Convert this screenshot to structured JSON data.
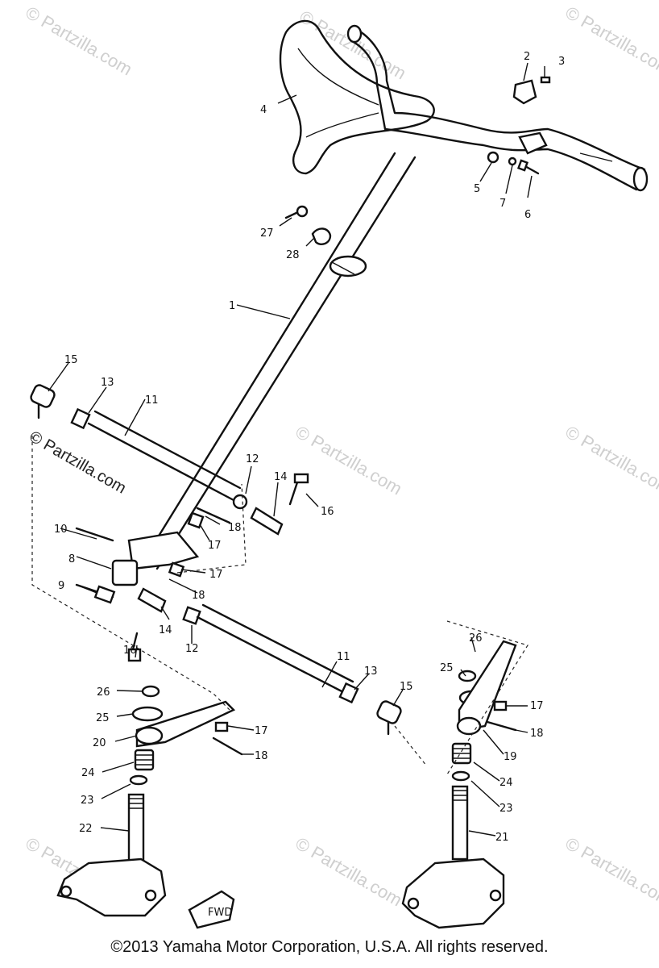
{
  "watermark": {
    "text": "© Partzilla.com"
  },
  "callouts": {
    "n1": "1",
    "n2": "2",
    "n3": "3",
    "n4": "4",
    "n5": "5",
    "n6": "6",
    "n7": "7",
    "n8": "8",
    "n9": "9",
    "n10": "10",
    "n11": "11",
    "n12": "12",
    "n13": "13",
    "n14": "14",
    "n15": "15",
    "n16": "16",
    "n17": "17",
    "n18": "18",
    "n19": "19",
    "n20": "20",
    "n21": "21",
    "n22": "22",
    "n23": "23",
    "n24": "24",
    "n25": "25",
    "n26": "26",
    "n27": "27",
    "n28": "28"
  },
  "fwd_label": "FWD",
  "footer": {
    "copyright": "©2013 Yamaha Motor Corporation, U.S.A. All rights reserved."
  }
}
